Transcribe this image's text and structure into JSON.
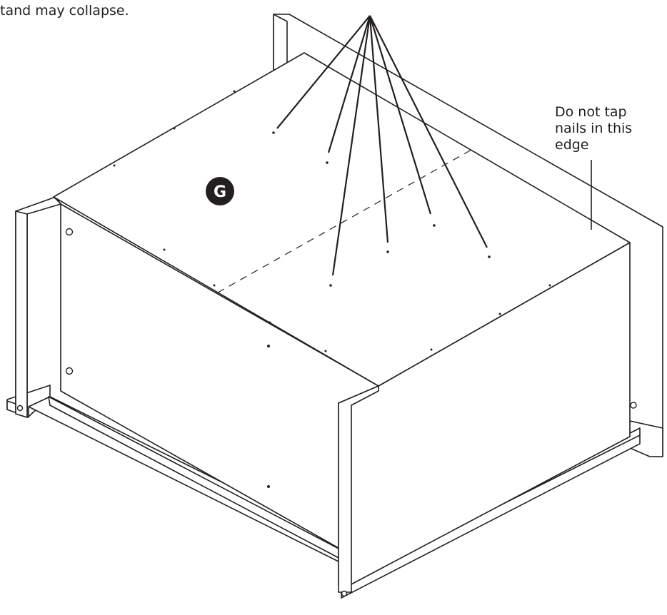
{
  "caption_top": "tand may collapse.",
  "edge_note": {
    "lines": [
      "Do not tap",
      "nails in this",
      "edge"
    ]
  },
  "part_label": "G",
  "colors": {
    "line": "#231f20",
    "panel": "#ffffff",
    "label_bg": "#231f20",
    "label_fg": "#ffffff"
  }
}
